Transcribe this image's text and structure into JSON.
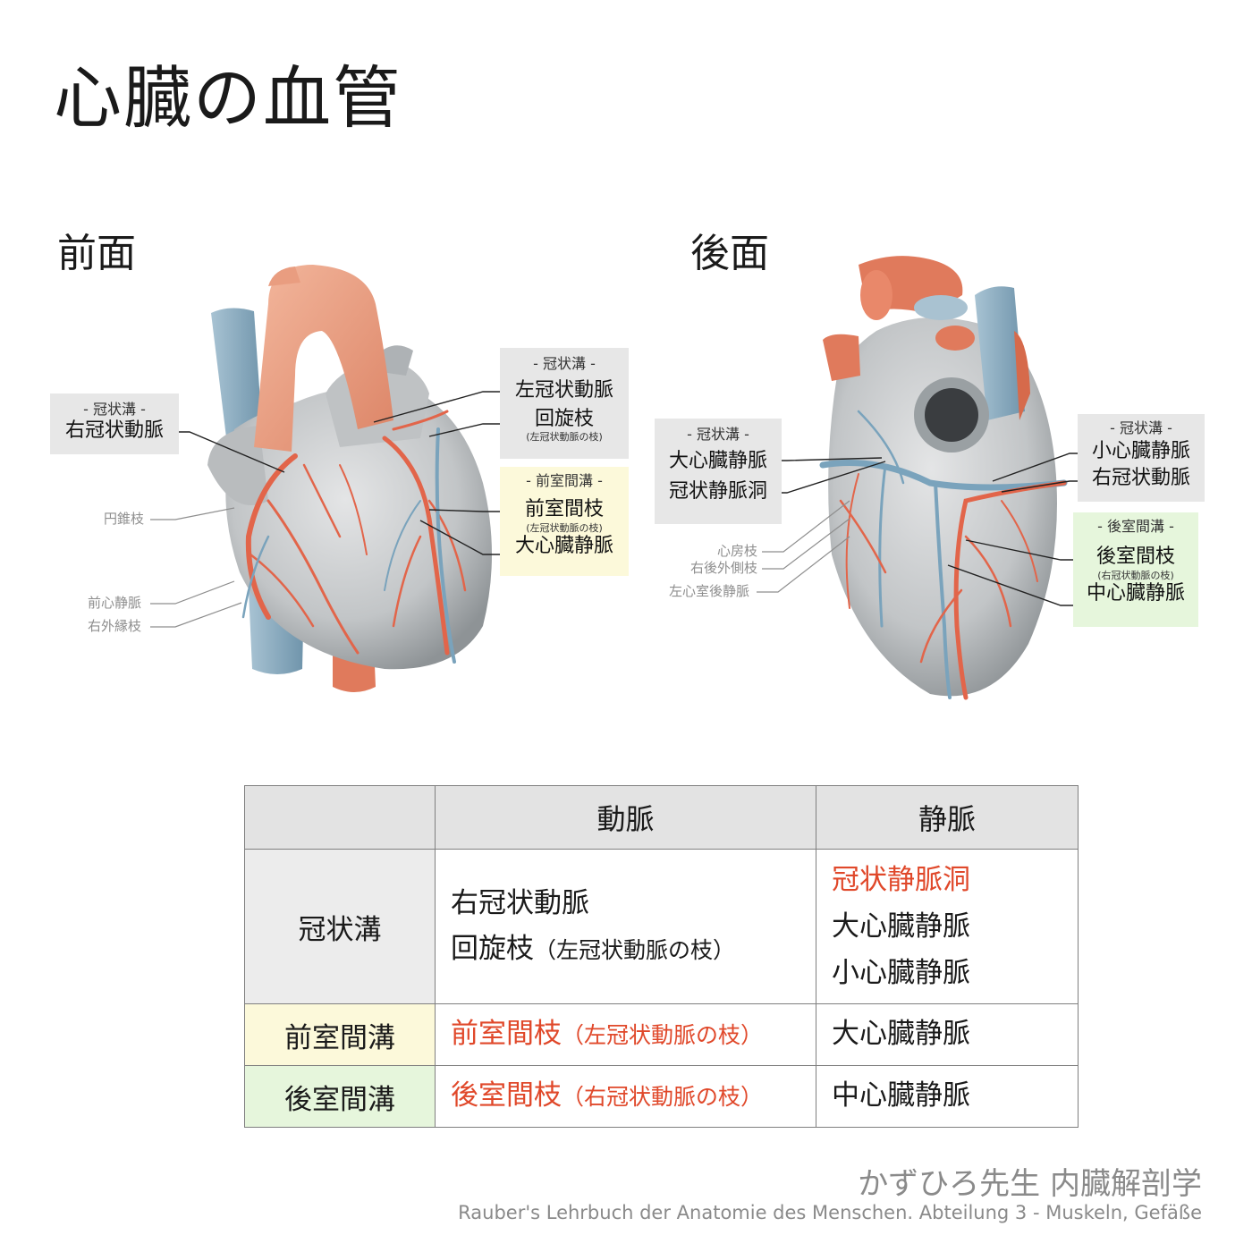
{
  "title": "心臓の血管",
  "front": {
    "title": "前面",
    "coronary_box": {
      "groove": "- 冠状溝 -",
      "label": "右冠状動脈"
    },
    "coronary_box_right": {
      "groove": "- 冠状溝 -",
      "label1": "左冠状動脈",
      "label2": "回旋枝",
      "sub": "(左冠状動脈の枝)"
    },
    "anterior_box": {
      "groove": "- 前室間溝 -",
      "label1": "前室間枝",
      "sub": "(左冠状動脈の枝)",
      "label2": "大心臓静脈"
    },
    "small_labels": [
      "円錐枝",
      "前心静脈",
      "右外縁枝"
    ]
  },
  "back": {
    "title": "後面",
    "coronary_box_left": {
      "groove": "- 冠状溝 -",
      "label1": "大心臓静脈",
      "label2": "冠状静脈洞"
    },
    "coronary_box_right": {
      "groove": "- 冠状溝 -",
      "label1": "小心臓静脈",
      "label2": "右冠状動脈"
    },
    "posterior_box": {
      "groove": "- 後室間溝 -",
      "label1": "後室間枝",
      "sub": "(右冠状動脈の枝)",
      "label2": "中心臓静脈"
    },
    "small_labels": [
      "心房枝",
      "右後外側枝",
      "左心室後静脈"
    ]
  },
  "table": {
    "headers": [
      "",
      "動脈",
      "静脈"
    ],
    "rows": [
      {
        "groove": "冠状溝",
        "artery_lines": [
          {
            "text": "右冠状動脈",
            "paren": ""
          },
          {
            "text": "回旋枝",
            "paren": "（左冠状動脈の枝）"
          }
        ],
        "vein_lines": [
          {
            "text": "冠状静脈洞",
            "red": true
          },
          {
            "text": "大心臓静脈",
            "red": false
          },
          {
            "text": "小心臓静脈",
            "red": false
          }
        ]
      },
      {
        "groove": "前室間溝",
        "artery": "前室間枝",
        "artery_paren": "（左冠状動脈の枝）",
        "vein": "大心臓静脈"
      },
      {
        "groove": "後室間溝",
        "artery": "後室間枝",
        "artery_paren": "（右冠状動脈の枝）",
        "vein": "中心臓静脈"
      }
    ],
    "row_colors": [
      "#ececec",
      "#fcf9da",
      "#e6f6dc"
    ]
  },
  "credit": {
    "author": "かずひろ先生 内臓解剖学",
    "source": "Rauber's Lehrbuch der Anatomie des Menschen. Abteilung 3 - Muskeln, Gefäße"
  },
  "colors": {
    "artery": "#e2654a",
    "vein": "#8fb3c9",
    "heart": "#c9cbcc",
    "aorta": "#eea98f"
  }
}
